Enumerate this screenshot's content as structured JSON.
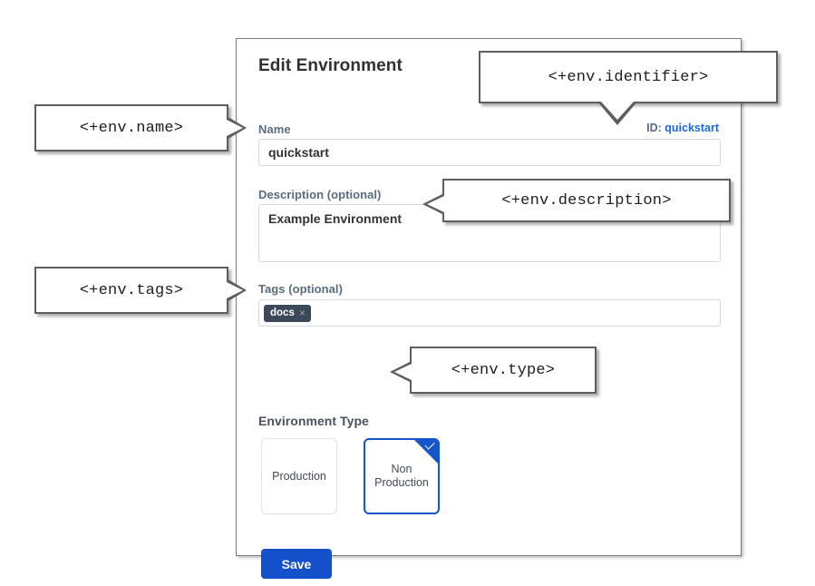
{
  "panel": {
    "title": "Edit Environment",
    "identifier": {
      "prefix": "ID:",
      "value": "quickstart"
    },
    "fields": {
      "name": {
        "label": "Name",
        "value": "quickstart"
      },
      "description": {
        "label": "Description (optional)",
        "value": "Example Environment"
      },
      "tags": {
        "label": "Tags (optional)",
        "chips": [
          {
            "text": "docs",
            "remove_icon": "close-icon",
            "remove_glyph": "×"
          }
        ]
      },
      "environment_type": {
        "label": "Environment Type",
        "options": [
          {
            "label": "Production",
            "selected": false
          },
          {
            "label": "Non Production",
            "line1": "Non",
            "line2": "Production",
            "selected": true
          }
        ],
        "selected_icon": "check-icon"
      }
    },
    "save_label": "Save"
  },
  "annotations": [
    {
      "id": "name",
      "text": "<+env.name>"
    },
    {
      "id": "identifier",
      "text": "<+env.identifier>"
    },
    {
      "id": "description",
      "text": "<+env.description>"
    },
    {
      "id": "tags",
      "text": "<+env.tags>"
    },
    {
      "id": "type",
      "text": "<+env.type>"
    }
  ],
  "colors": {
    "accent_blue": "#1550cb",
    "link_blue": "#1a6ae0",
    "label_slate": "#5b6b80",
    "tag_chip": "#3c4959",
    "callout_border": "#5e5e5e",
    "panel_border": "#7a7a7a"
  }
}
